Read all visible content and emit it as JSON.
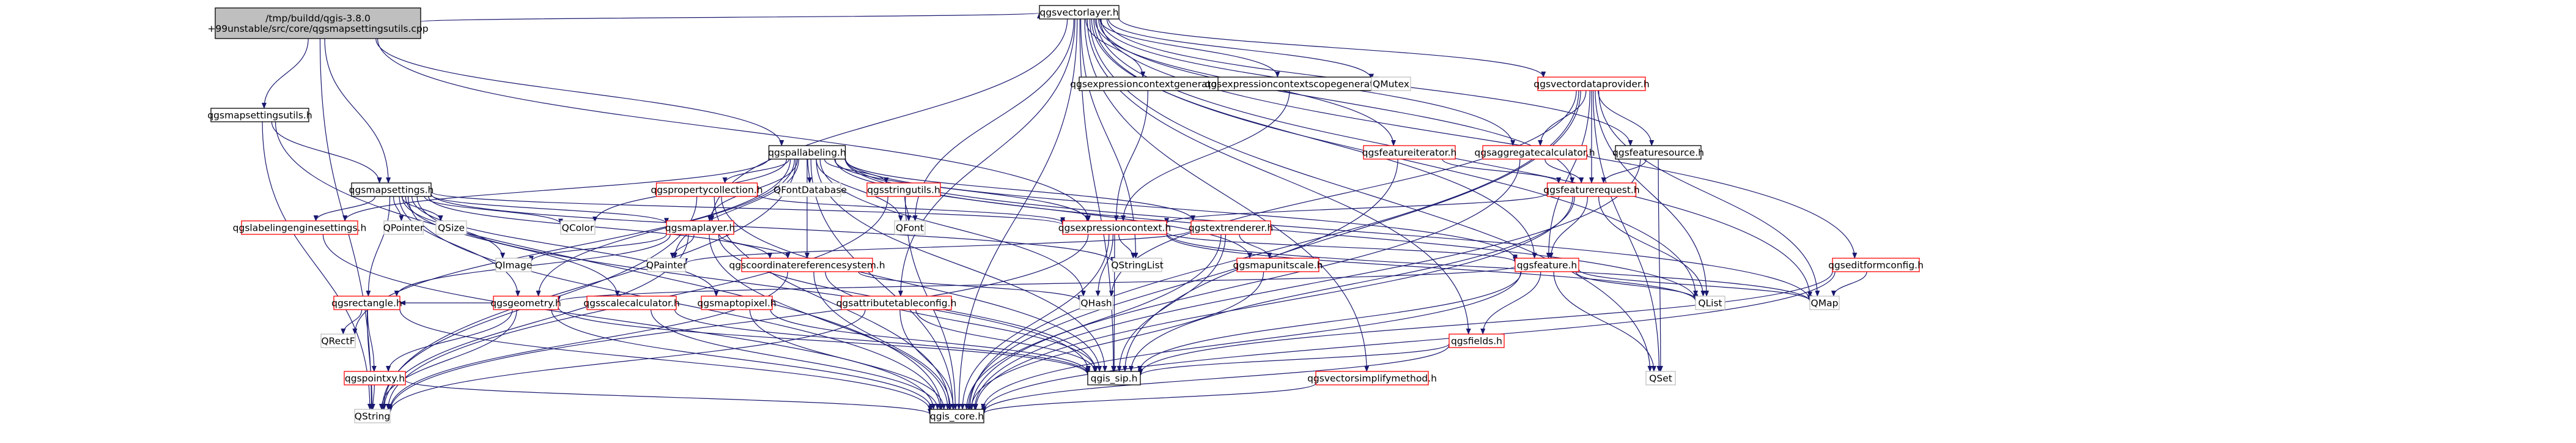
{
  "colors": {
    "edge": "#191970",
    "box_plain": "#000000",
    "box_link": "#bfbfbf",
    "box_expand": "#ff0000",
    "root_fill": "#bfbfbf",
    "text": "#000000"
  },
  "nodes": [
    {
      "id": "root",
      "lines": [
        "/tmp/buildd/qgis-3.8.0",
        "+99unstable/src/core/qgsmapsettingsutils.cpp"
      ],
      "style": "root"
    },
    {
      "id": "qgsvectorlayer_h",
      "lines": [
        "qgsvectorlayer.h"
      ],
      "style": "plain"
    },
    {
      "id": "qgsmapsettingsutils_h",
      "lines": [
        "qgsmapsettingsutils.h"
      ],
      "style": "plain"
    },
    {
      "id": "qgspallabeling_h",
      "lines": [
        "qgspallabeling.h"
      ],
      "style": "plain"
    },
    {
      "id": "qgsmapsettings_h",
      "lines": [
        "qgsmapsettings.h"
      ],
      "style": "plain"
    },
    {
      "id": "qgsexpressioncontextgenerator_h",
      "lines": [
        "qgsexpressioncontextgenerator.h"
      ],
      "style": "plain"
    },
    {
      "id": "qgsexpressioncontextscopegenerator_h",
      "lines": [
        "qgsexpressioncontextscopegenerator.h"
      ],
      "style": "plain"
    },
    {
      "id": "QMutex",
      "lines": [
        "QMutex"
      ],
      "style": "link"
    },
    {
      "id": "qgsvectordataprovider_h",
      "lines": [
        "qgsvectordataprovider.h"
      ],
      "style": "expand"
    },
    {
      "id": "qgsfeatureiterator_h",
      "lines": [
        "qgsfeatureiterator.h"
      ],
      "style": "expand"
    },
    {
      "id": "qgsaggregatecalculator_h",
      "lines": [
        "qgsaggregatecalculator.h"
      ],
      "style": "expand"
    },
    {
      "id": "qgsfeaturesource_h",
      "lines": [
        "qgsfeaturesource.h"
      ],
      "style": "plain"
    },
    {
      "id": "qgsfeaturerequest_h",
      "lines": [
        "qgsfeaturerequest.h"
      ],
      "style": "expand"
    },
    {
      "id": "qgspropertycollection_h",
      "lines": [
        "qgspropertycollection.h"
      ],
      "style": "expand"
    },
    {
      "id": "QFontDatabase",
      "lines": [
        "QFontDatabase"
      ],
      "style": "link"
    },
    {
      "id": "qgsstringutils_h",
      "lines": [
        "qgsstringutils.h"
      ],
      "style": "expand"
    },
    {
      "id": "qgslabelingenginesettings_h",
      "lines": [
        "qgslabelingenginesettings.h"
      ],
      "style": "expand"
    },
    {
      "id": "QPointer",
      "lines": [
        "QPointer"
      ],
      "style": "link"
    },
    {
      "id": "QSize",
      "lines": [
        "QSize"
      ],
      "style": "link"
    },
    {
      "id": "QColor",
      "lines": [
        "QColor"
      ],
      "style": "link"
    },
    {
      "id": "qgsexpressioncontext_h",
      "lines": [
        "qgsexpressioncontext.h"
      ],
      "style": "expand"
    },
    {
      "id": "qgstextrenderer_h",
      "lines": [
        "qgstextrenderer.h"
      ],
      "style": "expand"
    },
    {
      "id": "QFont",
      "lines": [
        "QFont"
      ],
      "style": "link"
    },
    {
      "id": "qgsmaplayer_h",
      "lines": [
        "qgsmaplayer.h"
      ],
      "style": "expand"
    },
    {
      "id": "QImage",
      "lines": [
        "QImage"
      ],
      "style": "link"
    },
    {
      "id": "QPainter",
      "lines": [
        "QPainter"
      ],
      "style": "link"
    },
    {
      "id": "qgscoordinatereferencesystem_h",
      "lines": [
        "qgscoordinatereferencesystem.h"
      ],
      "style": "expand"
    },
    {
      "id": "QStringList",
      "lines": [
        "QStringList"
      ],
      "style": "link"
    },
    {
      "id": "qgsmapunitscale_h",
      "lines": [
        "qgsmapunitscale.h"
      ],
      "style": "expand"
    },
    {
      "id": "qgsfeature_h",
      "lines": [
        "qgsfeature.h"
      ],
      "style": "expand"
    },
    {
      "id": "qgsrectangle_h",
      "lines": [
        "qgsrectangle.h"
      ],
      "style": "expand"
    },
    {
      "id": "qgsgeometry_h",
      "lines": [
        "qgsgeometry.h"
      ],
      "style": "expand"
    },
    {
      "id": "qgsscalecalculator_h",
      "lines": [
        "qgsscalecalculator.h"
      ],
      "style": "expand"
    },
    {
      "id": "qgsmaptopixel_h",
      "lines": [
        "qgsmaptopixel.h"
      ],
      "style": "expand"
    },
    {
      "id": "qgsattributetableconfig_h",
      "lines": [
        "qgsattributetableconfig.h"
      ],
      "style": "expand"
    },
    {
      "id": "QHash",
      "lines": [
        "QHash"
      ],
      "style": "link"
    },
    {
      "id": "qgsfields_h",
      "lines": [
        "qgsfields.h"
      ],
      "style": "expand"
    },
    {
      "id": "QList",
      "lines": [
        "QList"
      ],
      "style": "link"
    },
    {
      "id": "QMap",
      "lines": [
        "QMap"
      ],
      "style": "link"
    },
    {
      "id": "qgseditformconfig_h",
      "lines": [
        "qgseditformconfig.h"
      ],
      "style": "expand"
    },
    {
      "id": "QRectF",
      "lines": [
        "QRectF"
      ],
      "style": "link"
    },
    {
      "id": "qgspointxy_h",
      "lines": [
        "qgspointxy.h"
      ],
      "style": "expand"
    },
    {
      "id": "qgis_sip_h",
      "lines": [
        "qgis_sip.h"
      ],
      "style": "plain"
    },
    {
      "id": "qgsvectorsimplifymethod_h",
      "lines": [
        "qgsvectorsimplifymethod.h"
      ],
      "style": "expand"
    },
    {
      "id": "QSet",
      "lines": [
        "QSet"
      ],
      "style": "link"
    },
    {
      "id": "QString",
      "lines": [
        "QString"
      ],
      "style": "link"
    },
    {
      "id": "qgis_core_h",
      "lines": [
        "qgis_core.h"
      ],
      "style": "plain"
    }
  ],
  "edges": [
    [
      "root",
      "qgsvectorlayer_h"
    ],
    [
      "root",
      "qgsmapsettingsutils_h"
    ],
    [
      "root",
      "qgspallabeling_h"
    ],
    [
      "root",
      "qgsmapsettings_h"
    ],
    [
      "root",
      "qgsexpressioncontext_h"
    ],
    [
      "root",
      "QString"
    ],
    [
      "qgsmapsettingsutils_h",
      "qgsmapsettings_h"
    ],
    [
      "qgsmapsettingsutils_h",
      "qgis_core_h"
    ],
    [
      "qgsmapsettingsutils_h",
      "QString"
    ],
    [
      "qgsvectorlayer_h",
      "qgsexpressioncontextgenerator_h"
    ],
    [
      "qgsvectorlayer_h",
      "qgsexpressioncontextscopegenerator_h"
    ],
    [
      "qgsvectorlayer_h",
      "QMutex"
    ],
    [
      "qgsvectorlayer_h",
      "qgsvectordataprovider_h"
    ],
    [
      "qgsvectorlayer_h",
      "qgsfeatureiterator_h"
    ],
    [
      "qgsvectorlayer_h",
      "qgsaggregatecalculator_h"
    ],
    [
      "qgsvectorlayer_h",
      "qgsfeaturesource_h"
    ],
    [
      "qgsvectorlayer_h",
      "qgsfeaturerequest_h"
    ],
    [
      "qgsvectorlayer_h",
      "qgsmaplayer_h"
    ],
    [
      "qgsvectorlayer_h",
      "QFont"
    ],
    [
      "qgsvectorlayer_h",
      "QStringList"
    ],
    [
      "qgsvectorlayer_h",
      "QMap"
    ],
    [
      "qgsvectorlayer_h",
      "QList"
    ],
    [
      "qgsvectorlayer_h",
      "QSet"
    ],
    [
      "qgsvectorlayer_h",
      "qgsfeature_h"
    ],
    [
      "qgsvectorlayer_h",
      "qgsfields_h"
    ],
    [
      "qgsvectorlayer_h",
      "qgsattributetableconfig_h"
    ],
    [
      "qgsvectorlayer_h",
      "qgseditformconfig_h"
    ],
    [
      "qgsvectorlayer_h",
      "qgsvectorsimplifymethod_h"
    ],
    [
      "qgsvectorlayer_h",
      "qgis_sip_h"
    ],
    [
      "qgsvectorlayer_h",
      "qgis_core_h"
    ],
    [
      "qgspallabeling_h",
      "qgspropertycollection_h"
    ],
    [
      "qgspallabeling_h",
      "QFontDatabase"
    ],
    [
      "qgspallabeling_h",
      "qgsstringutils_h"
    ],
    [
      "qgspallabeling_h",
      "qgslabelingenginesettings_h"
    ],
    [
      "qgspallabeling_h",
      "QColor"
    ],
    [
      "qgspallabeling_h",
      "qgsexpressioncontext_h"
    ],
    [
      "qgspallabeling_h",
      "qgstextrenderer_h"
    ],
    [
      "qgspallabeling_h",
      "QFont"
    ],
    [
      "qgspallabeling_h",
      "qgsmaplayer_h"
    ],
    [
      "qgspallabeling_h",
      "QPainter"
    ],
    [
      "qgspallabeling_h",
      "qgsmapunitscale_h"
    ],
    [
      "qgspallabeling_h",
      "qgsfeature_h"
    ],
    [
      "qgspallabeling_h",
      "qgscoordinatereferencesystem_h"
    ],
    [
      "qgspallabeling_h",
      "qgsgeometry_h"
    ],
    [
      "qgspallabeling_h",
      "QHash"
    ],
    [
      "qgspallabeling_h",
      "QList"
    ],
    [
      "qgspallabeling_h",
      "QMap"
    ],
    [
      "qgspallabeling_h",
      "QRectF"
    ],
    [
      "qgspallabeling_h",
      "QString"
    ],
    [
      "qgspallabeling_h",
      "qgis_sip_h"
    ],
    [
      "qgspallabeling_h",
      "qgis_core_h"
    ],
    [
      "qgsmapsettings_h",
      "qgslabelingenginesettings_h"
    ],
    [
      "qgsmapsettings_h",
      "QPointer"
    ],
    [
      "qgsmapsettings_h",
      "QSize"
    ],
    [
      "qgsmapsettings_h",
      "QColor"
    ],
    [
      "qgsmapsettings_h",
      "QImage"
    ],
    [
      "qgsmapsettings_h",
      "qgsexpressioncontext_h"
    ],
    [
      "qgsmapsettings_h",
      "qgsmaplayer_h"
    ],
    [
      "qgsmapsettings_h",
      "qgscoordinatereferencesystem_h"
    ],
    [
      "qgsmapsettings_h",
      "qgsrectangle_h"
    ],
    [
      "qgsmapsettings_h",
      "qgsgeometry_h"
    ],
    [
      "qgsmapsettings_h",
      "qgsscalecalculator_h"
    ],
    [
      "qgsmapsettings_h",
      "qgsmaptopixel_h"
    ],
    [
      "qgsmapsettings_h",
      "QStringList"
    ],
    [
      "qgsmapsettings_h",
      "qgis_sip_h"
    ],
    [
      "qgsmapsettings_h",
      "qgis_core_h"
    ],
    [
      "qgsexpressioncontextgenerator_h",
      "qgsexpressioncontext_h"
    ],
    [
      "qgsexpressioncontextscopegenerator_h",
      "qgsexpressioncontext_h"
    ],
    [
      "qgsvectordataprovider_h",
      "qgsaggregatecalculator_h"
    ],
    [
      "qgsvectordataprovider_h",
      "qgsfeaturesource_h"
    ],
    [
      "qgsvectordataprovider_h",
      "qgsfeaturerequest_h"
    ],
    [
      "qgsvectordataprovider_h",
      "qgsfeature_h"
    ],
    [
      "qgsvectordataprovider_h",
      "QHash"
    ],
    [
      "qgsvectordataprovider_h",
      "QList"
    ],
    [
      "qgsvectordataprovider_h",
      "QMap"
    ],
    [
      "qgsvectordataprovider_h",
      "QSet"
    ],
    [
      "qgsvectordataprovider_h",
      "qgis_sip_h"
    ],
    [
      "qgsvectordataprovider_h",
      "qgis_core_h"
    ],
    [
      "qgsfeatureiterator_h",
      "qgsfeaturerequest_h"
    ],
    [
      "qgsfeatureiterator_h",
      "qgis_core_h"
    ],
    [
      "qgsaggregatecalculator_h",
      "qgsfeaturerequest_h"
    ],
    [
      "qgsaggregatecalculator_h",
      "qgis_core_h"
    ],
    [
      "qgsfeaturesource_h",
      "qgsfeaturerequest_h"
    ],
    [
      "qgsfeaturesource_h",
      "qgis_core_h"
    ],
    [
      "qgsfeaturesource_h",
      "QSet"
    ],
    [
      "qgsfeaturerequest_h",
      "qgsexpressioncontext_h"
    ],
    [
      "qgsfeaturerequest_h",
      "qgsfeature_h"
    ],
    [
      "qgsfeaturerequest_h",
      "QList"
    ],
    [
      "qgsfeaturerequest_h",
      "qgis_sip_h"
    ],
    [
      "qgsfeaturerequest_h",
      "qgis_core_h"
    ],
    [
      "qgspropertycollection_h",
      "qgsexpressioncontext_h"
    ],
    [
      "qgspropertycollection_h",
      "QString"
    ],
    [
      "qgspropertycollection_h",
      "qgis_core_h"
    ],
    [
      "qgspropertycollection_h",
      "qgis_sip_h"
    ],
    [
      "qgsstringutils_h",
      "QFont"
    ],
    [
      "qgsstringutils_h",
      "qgis_core_h"
    ],
    [
      "qgsstringutils_h",
      "QString"
    ],
    [
      "qgslabelingenginesettings_h",
      "qgis_core_h"
    ],
    [
      "qgsexpressioncontext_h",
      "QStringList"
    ],
    [
      "qgsexpressioncontext_h",
      "QHash"
    ],
    [
      "qgsexpressioncontext_h",
      "QList"
    ],
    [
      "qgsexpressioncontext_h",
      "QMap"
    ],
    [
      "qgsexpressioncontext_h",
      "QString"
    ],
    [
      "qgsexpressioncontext_h",
      "qgsfeature_h"
    ],
    [
      "qgsexpressioncontext_h",
      "qgis_sip_h"
    ],
    [
      "qgsexpressioncontext_h",
      "qgis_core_h"
    ],
    [
      "qgstextrenderer_h",
      "qgsmapunitscale_h"
    ],
    [
      "qgstextrenderer_h",
      "QPainter"
    ],
    [
      "qgstextrenderer_h",
      "qgis_sip_h"
    ],
    [
      "qgstextrenderer_h",
      "qgis_core_h"
    ],
    [
      "qgsmaplayer_h",
      "QImage"
    ],
    [
      "qgsmaplayer_h",
      "QPainter"
    ],
    [
      "qgsmaplayer_h",
      "qgscoordinatereferencesystem_h"
    ],
    [
      "qgsmaplayer_h",
      "qgsrectangle_h"
    ],
    [
      "qgsmaplayer_h",
      "qgis_sip_h"
    ],
    [
      "qgsmaplayer_h",
      "qgis_core_h"
    ],
    [
      "qgsmaplayer_h",
      "QString"
    ],
    [
      "qgscoordinatereferencesystem_h",
      "QHash"
    ],
    [
      "qgscoordinatereferencesystem_h",
      "QString"
    ],
    [
      "qgscoordinatereferencesystem_h",
      "qgis_sip_h"
    ],
    [
      "qgscoordinatereferencesystem_h",
      "qgis_core_h"
    ],
    [
      "qgsmapunitscale_h",
      "qgis_core_h"
    ],
    [
      "qgsfeature_h",
      "qgsfields_h"
    ],
    [
      "qgsfeature_h",
      "qgsgeometry_h"
    ],
    [
      "qgsfeature_h",
      "QList"
    ],
    [
      "qgsfeature_h",
      "QMap"
    ],
    [
      "qgsfeature_h",
      "QSet"
    ],
    [
      "qgsfeature_h",
      "qgis_sip_h"
    ],
    [
      "qgsfeature_h",
      "qgis_core_h"
    ],
    [
      "qgsrectangle_h",
      "QRectF"
    ],
    [
      "qgsrectangle_h",
      "qgspointxy_h"
    ],
    [
      "qgsrectangle_h",
      "qgis_core_h"
    ],
    [
      "qgsrectangle_h",
      "QString"
    ],
    [
      "qgsgeometry_h",
      "qgsrectangle_h"
    ],
    [
      "qgsgeometry_h",
      "qgspointxy_h"
    ],
    [
      "qgsgeometry_h",
      "QString"
    ],
    [
      "qgsgeometry_h",
      "qgis_sip_h"
    ],
    [
      "qgsgeometry_h",
      "qgis_core_h"
    ],
    [
      "qgsscalecalculator_h",
      "qgis_sip_h"
    ],
    [
      "qgsscalecalculator_h",
      "qgis_core_h"
    ],
    [
      "qgsmaptopixel_h",
      "qgis_sip_h"
    ],
    [
      "qgsmaptopixel_h",
      "qgis_core_h"
    ],
    [
      "qgsattributetableconfig_h",
      "qgis_sip_h"
    ],
    [
      "qgsattributetableconfig_h",
      "qgis_core_h"
    ],
    [
      "qgsattributetableconfig_h",
      "QString"
    ],
    [
      "qgsfields_h",
      "qgis_sip_h"
    ],
    [
      "qgsfields_h",
      "qgis_core_h"
    ],
    [
      "qgseditformconfig_h",
      "QMap"
    ],
    [
      "qgseditformconfig_h",
      "qgis_sip_h"
    ],
    [
      "qgseditformconfig_h",
      "qgis_core_h"
    ],
    [
      "qgspointxy_h",
      "qgis_core_h"
    ],
    [
      "qgspointxy_h",
      "QString"
    ],
    [
      "qgsvectorsimplifymethod_h",
      "qgis_core_h"
    ]
  ]
}
